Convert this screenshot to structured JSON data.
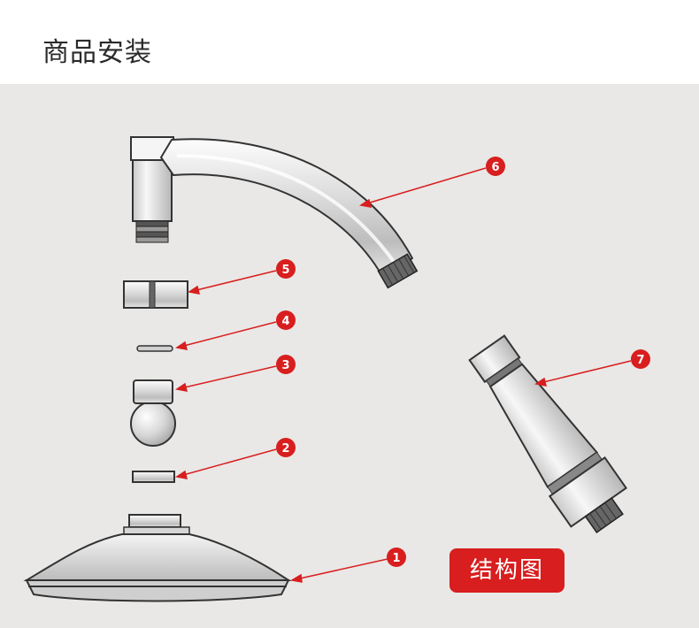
{
  "header": {
    "title": "商品安装"
  },
  "badge": {
    "label": "结构图"
  },
  "callouts": [
    {
      "number": "1",
      "part": "shower-head-disc"
    },
    {
      "number": "2",
      "part": "gasket"
    },
    {
      "number": "3",
      "part": "ball-joint"
    },
    {
      "number": "4",
      "part": "o-ring"
    },
    {
      "number": "5",
      "part": "connector-nut"
    },
    {
      "number": "6",
      "part": "curved-shower-arm"
    },
    {
      "number": "7",
      "part": "handheld-shower-head"
    }
  ],
  "colors": {
    "callout": "#d81e1e",
    "badge": "#d81e1e",
    "background": "#e9e8e6"
  }
}
